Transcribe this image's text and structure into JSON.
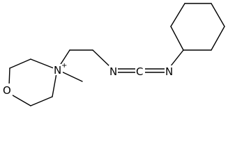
{
  "molecule": {
    "atoms": {
      "oxygen": "O",
      "ring_nitrogen": "N",
      "nitrogen_charge": "+",
      "imine_n_left": "N",
      "carbodiimide_c": "C",
      "imine_n_right": "N"
    },
    "colors": {
      "bond": "#000000",
      "text": "#000000",
      "background": "#ffffff"
    }
  }
}
